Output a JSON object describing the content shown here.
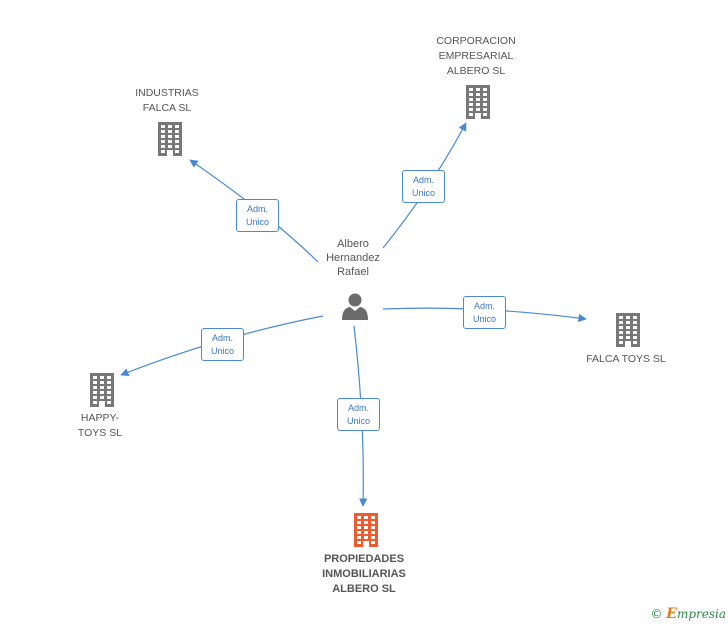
{
  "colors": {
    "edge": "#4a8ad4",
    "building": "#777777",
    "focus_building": "#ee5b2f",
    "person": "#6b6b6b"
  },
  "person": {
    "name": "Albero\nHernandez\nRafael",
    "icon": "person-icon"
  },
  "companies": [
    {
      "id": "industrias",
      "name": "INDUSTRIAS\nFALCA SL",
      "icon": "building-icon",
      "focus": false
    },
    {
      "id": "corporacion",
      "name": "CORPORACION\nEMPRESARIAL\nALBERO SL",
      "icon": "building-icon",
      "focus": false
    },
    {
      "id": "falca-toys",
      "name": "FALCA TOYS SL",
      "icon": "building-icon",
      "focus": false
    },
    {
      "id": "happy-toys",
      "name": "HAPPY-\nTOYS SL",
      "icon": "building-icon",
      "focus": false
    },
    {
      "id": "propiedades",
      "name": "PROPIEDADES\nINMOBILIARIAS\nALBERO SL",
      "icon": "building-icon",
      "focus": true
    }
  ],
  "roles": [
    {
      "target": "industrias",
      "label": "Adm.\nUnico"
    },
    {
      "target": "corporacion",
      "label": "Adm.\nUnico"
    },
    {
      "target": "falca-toys",
      "label": "Adm.\nUnico"
    },
    {
      "target": "happy-toys",
      "label": "Adm.\nUnico"
    },
    {
      "target": "propiedades",
      "label": "Adm.\nUnico"
    }
  ],
  "footer": {
    "copyright": "©",
    "brand_initial": "E",
    "brand_rest": "mpresia"
  }
}
